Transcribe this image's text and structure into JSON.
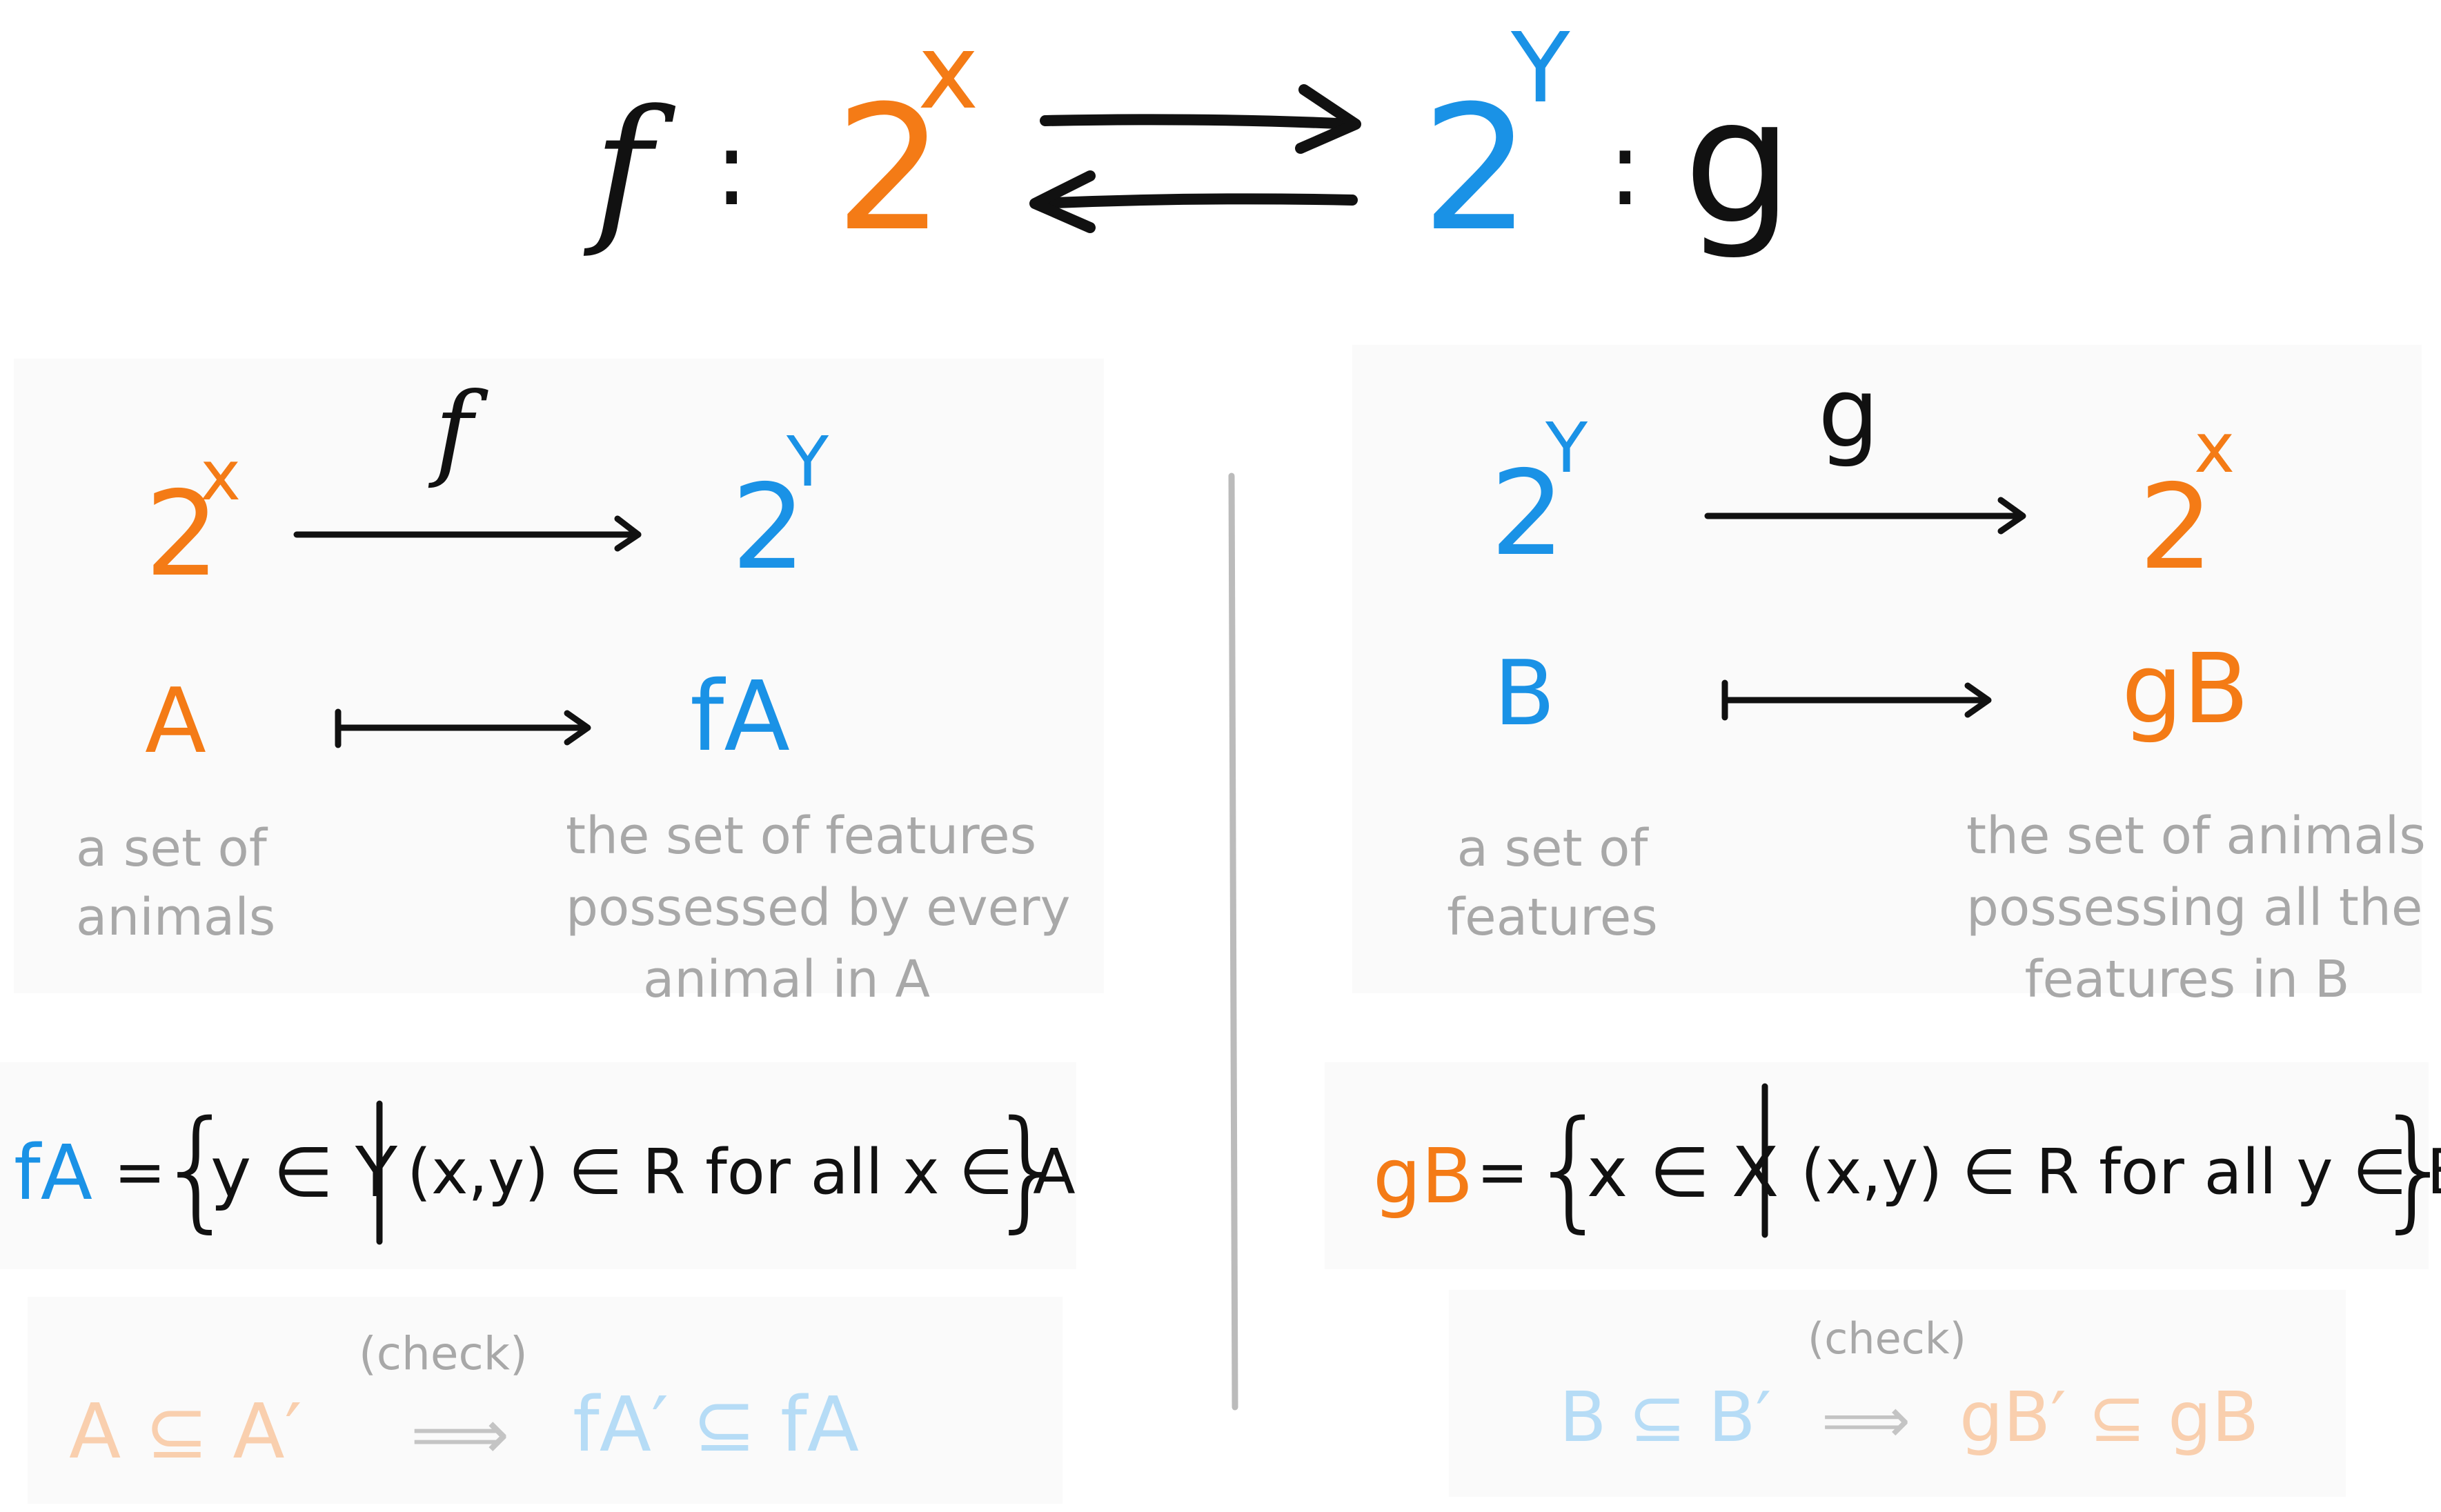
{
  "colors": {
    "ink": "#111111",
    "orange": "#f47b16",
    "blue": "#1a92e6",
    "gray": "#a8a8a8",
    "divider": "#bbbbbb",
    "faded_orange": "#f9cfae",
    "faded_blue": "#b6dcf6"
  },
  "header": {
    "f": "f",
    "colon": ":",
    "two": "2",
    "x": "x",
    "y": "Y",
    "g": "g"
  },
  "left": {
    "map_label": "f",
    "source_base": "2",
    "source_exp": "x",
    "target_base": "2",
    "target_exp": "Y",
    "element": "A",
    "image": "fA",
    "caption_source": [
      "a set of",
      "animals"
    ],
    "caption_target": [
      "the set of features",
      "possessed by every",
      "animal in A"
    ],
    "formula": {
      "lhs": "fA",
      "eq": "=",
      "set_var": "y ∈ Y",
      "condition": "(x,y) ∈ R  for all  x ∈ A"
    },
    "check": {
      "label": "(check)",
      "premise": "A ⊆ A′",
      "implies": "⟹",
      "conclusion": "fA′ ⊆ fA"
    }
  },
  "right": {
    "map_label": "g",
    "source_base": "2",
    "source_exp": "Y",
    "target_base": "2",
    "target_exp": "x",
    "element": "B",
    "image": "gB",
    "caption_source": [
      "a set of",
      "features"
    ],
    "caption_target": [
      "the set of animals",
      "possessing all the",
      "features in B"
    ],
    "formula": {
      "lhs": "gB",
      "eq": "=",
      "set_var": "x ∈ X",
      "condition": "(x,y) ∈ R  for all  y ∈ B"
    },
    "check": {
      "label": "(check)",
      "premise": "B ⊆ B′",
      "implies": "⟹",
      "conclusion": "gB′ ⊆ gB"
    }
  }
}
